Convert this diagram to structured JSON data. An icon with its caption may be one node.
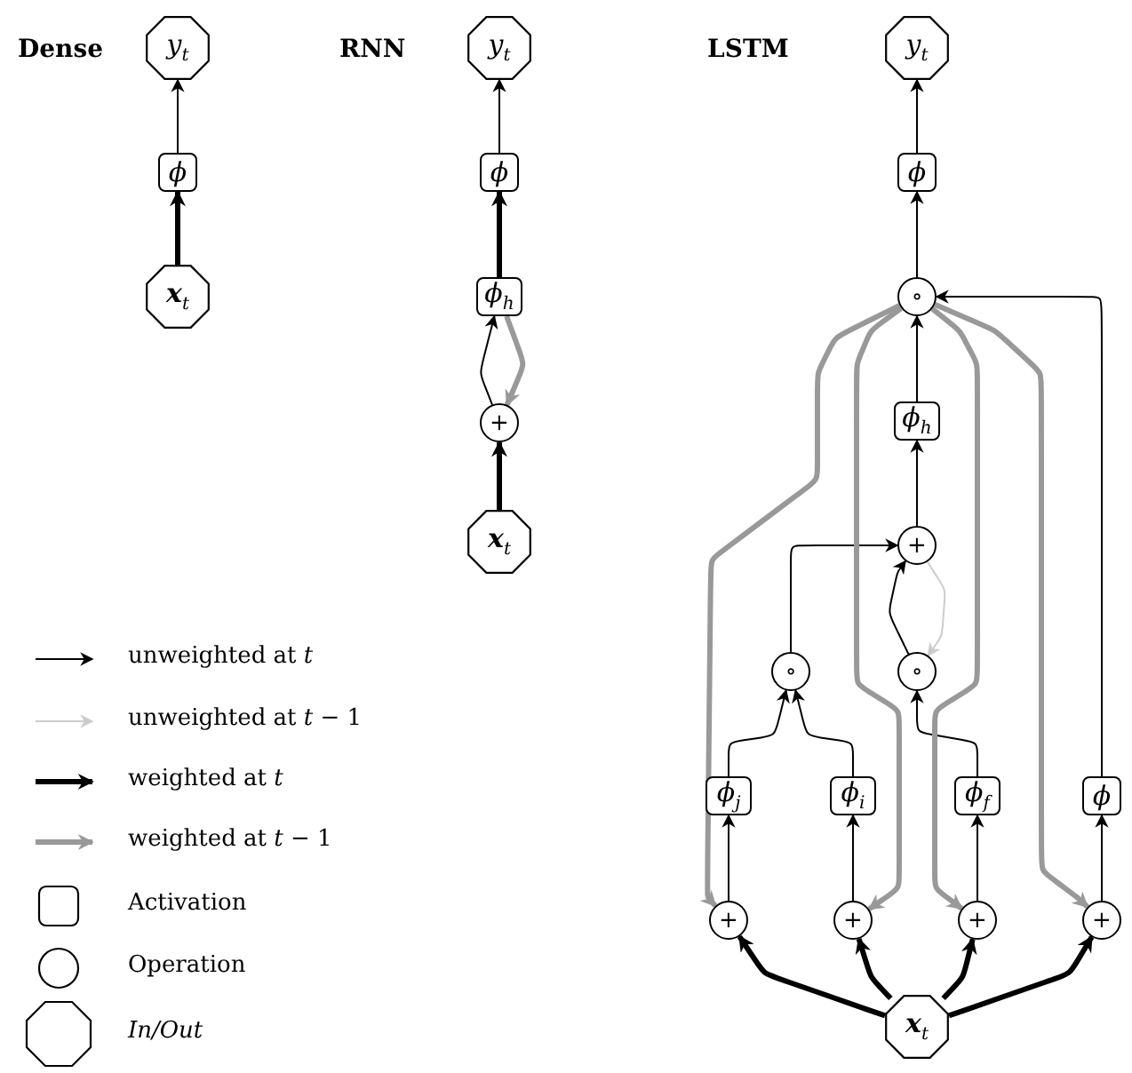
{
  "diagram": {
    "nodes": [
      {
        "text": [
          "y$_{t}$"
        ]
      },
      {
        "text": [
          "ϕ"
        ]
      },
      {
        "text": [
          "**x**$_{t}$"
        ]
      },
      {
        "text": [
          "y$_{t}$"
        ]
      },
      {
        "text": [
          "ϕ"
        ]
      },
      {
        "text": [
          "ϕ$_{h}$"
        ]
      },
      {
        "text": [
          "+"
        ]
      },
      {
        "text": [
          "**x**$_{t}$"
        ]
      },
      {
        "text": [
          "y$_{t}$"
        ]
      },
      {
        "text": [
          "ϕ"
        ]
      },
      {
        "text": [
          "∘"
        ]
      },
      {
        "text": [
          "ϕ$_{h}$"
        ]
      },
      {
        "text": [
          "+"
        ]
      },
      {
        "text": [
          "∘"
        ]
      },
      {
        "text": [
          "∘"
        ]
      },
      {
        "text": [
          "ϕ$_{j}$"
        ]
      },
      {
        "text": [
          "ϕ$_{i}$"
        ]
      },
      {
        "text": [
          "ϕ$_{f}$"
        ]
      },
      {
        "text": [
          "ϕ"
        ]
      },
      {
        "text": [
          "+"
        ]
      },
      {
        "text": [
          "+"
        ]
      },
      {
        "text": [
          "+"
        ]
      },
      {
        "text": [
          "+"
        ]
      },
      {
        "text": [
          "**x**$_{t}$"
        ]
      }
    ],
    "edges": [
      {
        "from": 2,
        "to": 1,
        "arrow": "to",
        "style": "thick"
      },
      {
        "from": 1,
        "to": 0,
        "arrow": "to"
      },
      {
        "from": 7,
        "to": 6,
        "arrow": "to",
        "style": "thick"
      },
      {
        "from": 6,
        "to": 5,
        "arrow": "to"
      },
      {
        "from": 5,
        "to": 6,
        "arrow": "to",
        "style": "thick",
        "color": "#999999"
      },
      {
        "from": 5,
        "to": 4,
        "arrow": "to",
        "style": "thick"
      },
      {
        "from": 4,
        "to": 3,
        "arrow": "to"
      },
      {
        "from": 23,
        "to": 19,
        "arrow": "to",
        "style": "thick"
      },
      {
        "from": 23,
        "to": 20,
        "arrow": "to",
        "style": "thick"
      },
      {
        "from": 23,
        "to": 21,
        "arrow": "to",
        "style": "thick"
      },
      {
        "from": 23,
        "to": 22,
        "arrow": "to",
        "style": "thick"
      },
      {
        "from": 19,
        "to": 15,
        "arrow": "to"
      },
      {
        "from": 20,
        "to": 16,
        "arrow": "to"
      },
      {
        "from": 21,
        "to": 17,
        "arrow": "to"
      },
      {
        "from": 22,
        "to": 18,
        "arrow": "to"
      },
      {
        "from": 15,
        "to": 13,
        "arrow": "to"
      },
      {
        "from": 16,
        "to": 13,
        "arrow": "to"
      },
      {
        "from": 17,
        "to": 14,
        "arrow": "to"
      },
      {
        "from": 13,
        "to": 12,
        "arrow": "to"
      },
      {
        "from": 14,
        "to": 12,
        "arrow": "to"
      },
      {
        "from": 12,
        "to": 14,
        "arrow": "to",
        "color": "#cccccc"
      },
      {
        "from": 12,
        "to": 11,
        "arrow": "to"
      },
      {
        "from": 11,
        "to": 10,
        "arrow": "to"
      },
      {
        "from": 18,
        "to": 10,
        "arrow": "to"
      },
      {
        "from": 10,
        "to": 9,
        "arrow": "to"
      },
      {
        "from": 9,
        "to": 8,
        "arrow": "to"
      },
      {
        "from": 10,
        "to": 19,
        "arrow": "to",
        "style": "thick",
        "color": "#999999"
      },
      {
        "from": 10,
        "to": 20,
        "arrow": "to",
        "style": "thick",
        "color": "#999999"
      },
      {
        "from": 10,
        "to": 21,
        "arrow": "to",
        "style": "thick",
        "color": "#999999"
      },
      {
        "from": 10,
        "to": 22,
        "arrow": "to",
        "style": "thick",
        "color": "#999999"
      }
    ],
    "labels": [
      "Dense",
      "RNN",
      "LSTM"
    ],
    "legend": [
      {
        "text": "unweighted at *t*"
      },
      {
        "text": "unweighted at *t* − 1"
      },
      {
        "text": "weighted at *t*"
      },
      {
        "text": "weighted at *t* − 1"
      },
      {
        "text": "Activation"
      },
      {
        "text": "Operation"
      },
      {
        "text": "In/Out"
      }
    ]
  }
}
